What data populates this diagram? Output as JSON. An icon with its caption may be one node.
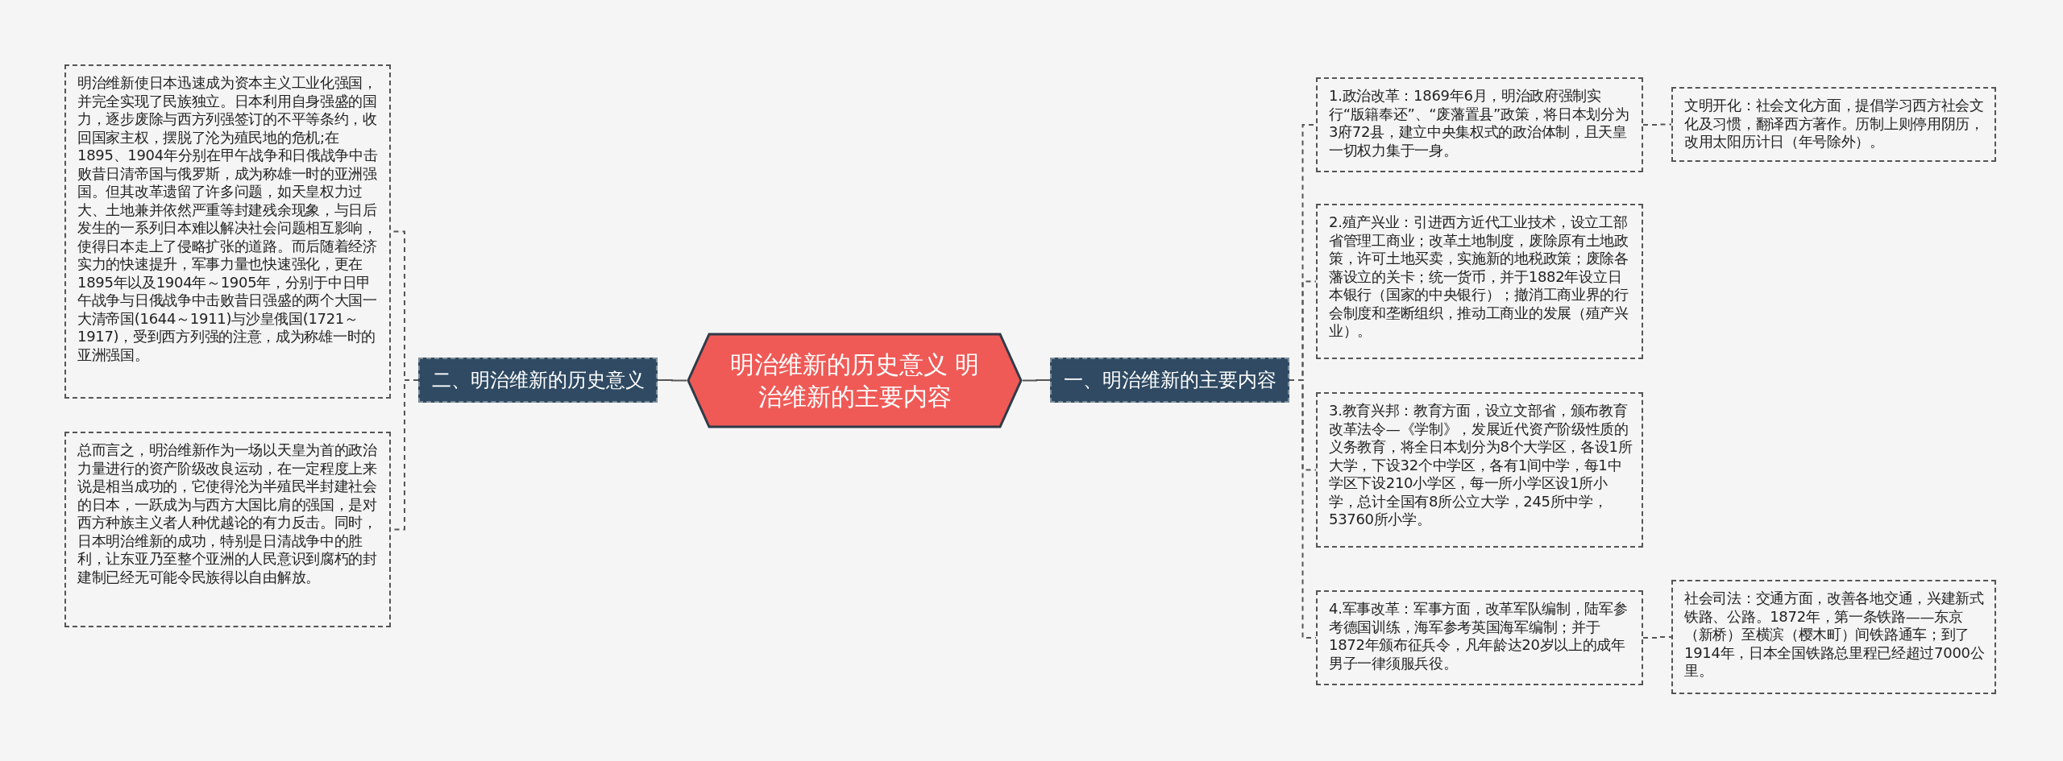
{
  "diagram": {
    "nodes": [
      {
        "text": [
          "明治维新的历史意义 明治维新的主要内容"
        ]
      },
      {
        "text": [
          "二、明治维新的历史意义"
        ]
      },
      {
        "text": [
          "明治维新使日本迅速成为资本主义工业化强国，并完全实现了民族独立。日本利用自身强盛的国力，逐步废除与西方列强签订的不平等条约，收回国家主权，摆脱了沦为殖民地的危机;在1895、1904年分别在甲午战争和日俄战争中击败昔日清帝国与俄罗斯，成为称雄一时的亚洲强国。但其改革遗留了许多问题，如天皇权力过大、土地兼并依然严重等封建残余现象，与日后发生的一系列日本难以解决社会问题相互影响，使得日本走上了侵略扩张的道路。而后随着经济实力的快速提升，军事力量也快速强化，更在1895年以及1904年～1905年，分别于中日甲午战争与日俄战争中击败昔日强盛的两个大国一大清帝国(1644～1911)与沙皇俄国(1721～1917)，受到西方列强的注意，成为称雄一时的亚洲强国。"
        ]
      },
      {
        "text": [
          "总而言之，明治维新作为一场以天皇为首的政治力量进行的资产阶级改良运动，在一定程度上来说是相当成功的，它使得沦为半殖民半封建社会的日本，一跃成为与西方大国比肩的强国，是对西方种族主义者人种优越论的有力反击。同时，日本明治维新的成功，特别是日清战争中的胜利，让东亚乃至整个亚洲的人民意识到腐朽的封建制已经无可能令民族得以自由解放。"
        ]
      },
      {
        "text": [
          "一、明治维新的主要内容"
        ]
      },
      {
        "text": [
          "1.政治改革：1869年6月，明治政府强制实行“版籍奉还”、“废藩置县”政策，将日本划分为3府72县，建立中央集权式的政治体制，且天皇一切权力集于一身。"
        ]
      },
      {
        "text": [
          "2.殖产兴业：引进西方近代工业技术，设立工部省管理工商业；改革土地制度，废除原有土地政策，许可土地买卖，实施新的地税政策；废除各藩设立的关卡；统一货币，并于1882年设立日本银行（国家的中央银行）；撤消工商业界的行会制度和垄断组织，推动工商业的发展（殖产兴业）。"
        ]
      },
      {
        "text": [
          "3.教育兴邦：教育方面，设立文部省，颁布教育改革法令—《学制》，发展近代资产阶级性质的义务教育，将全日本划分为8个大学区，各设1所大学，下设32个中学区，各有1间中学，每1中学区下设210小学区，每一所小学区设1所小学，总计全国有8所公立大学，245所中学，53760所小学。"
        ]
      },
      {
        "text": [
          "4.军事改革：军事方面，改革军队编制，陆军参考德国训练，海军参考英国海军编制；并于1872年颁布征兵令，凡年龄达20岁以上的成年男子一律须服兵役。"
        ]
      },
      {
        "text": [
          "文明开化：社会文化方面，提倡学习西方社会文化及习惯，翻译西方著作。历制上则停用阴历，改用太阳历计日（年号除外）。"
        ]
      },
      {
        "text": [
          "社会司法：交通方面，改善各地交通，兴建新式铁路、公路。1872年，第一条铁路——东京（新桥）至横滨（樱木町）间铁路通车；到了1914年，日本全国铁路总里程已经超过7000公里。"
        ]
      }
    ],
    "edges": [
      {
        "from": 0,
        "to": 1,
        "arrow": "none"
      },
      {
        "from": 1,
        "to": 2,
        "arrow": "none",
        "style": "dashed"
      },
      {
        "from": 1,
        "to": 3,
        "arrow": "none",
        "style": "dashed"
      },
      {
        "from": 0,
        "to": 4,
        "arrow": "none"
      },
      {
        "from": 4,
        "to": 5,
        "arrow": "none",
        "style": "dashed"
      },
      {
        "from": 4,
        "to": 6,
        "arrow": "none",
        "style": "dashed"
      },
      {
        "from": 4,
        "to": 7,
        "arrow": "none",
        "style": "dashed"
      },
      {
        "from": 4,
        "to": 8,
        "arrow": "none",
        "style": "dashed"
      },
      {
        "from": 5,
        "to": 9,
        "arrow": "none",
        "style": "dashed"
      },
      {
        "from": 8,
        "to": 10,
        "arrow": "none",
        "style": "dashed"
      }
    ]
  }
}
